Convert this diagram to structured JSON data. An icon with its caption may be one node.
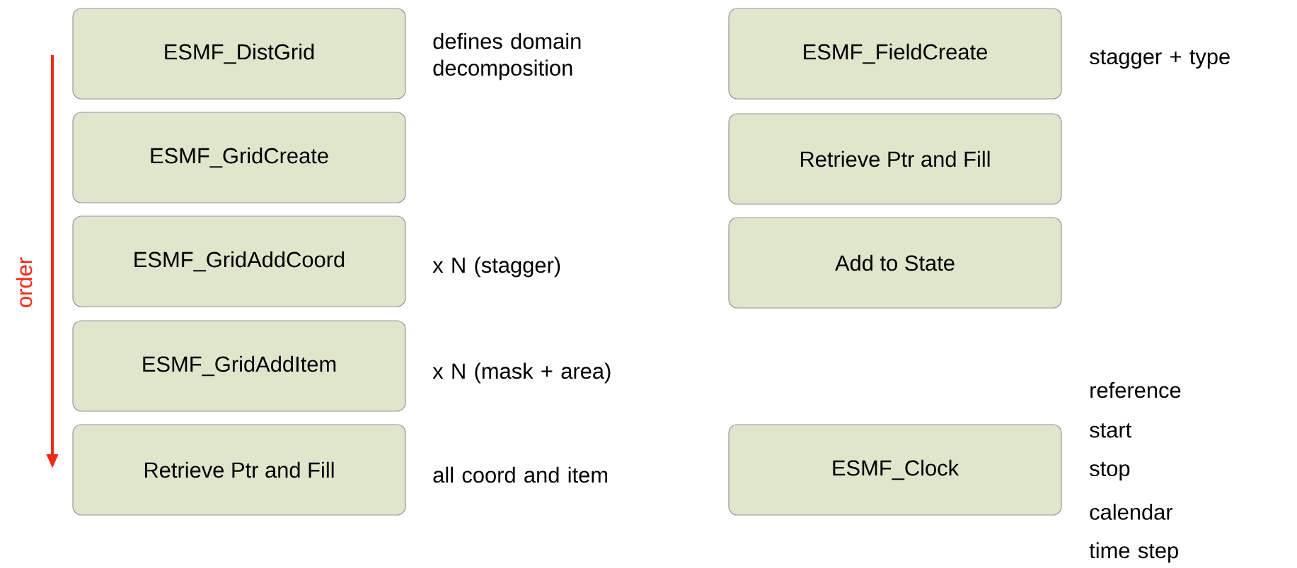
{
  "diagram": {
    "nodes": [
      {
        "text": [
          "ESMF_DistGrid"
        ],
        "beside": [
          "defines domain decomposition"
        ]
      },
      {
        "text": [
          "ESMF_GridCreate"
        ]
      },
      {
        "text": [
          "ESMF_GridAddCoord"
        ],
        "beside": [
          "x N (stagger)"
        ]
      },
      {
        "text": [
          "ESMF_GridAddItem"
        ],
        "beside": [
          "x N (mask + area)"
        ]
      },
      {
        "text": [
          "Retrieve Ptr and Fill"
        ],
        "beside": [
          "all coord and item"
        ]
      },
      {
        "text": [
          "ESMF_FieldCreate"
        ],
        "beside": [
          "stagger + type"
        ]
      },
      {
        "text": [
          "Retrieve Ptr and Fill"
        ]
      },
      {
        "text": [
          "Add to State"
        ]
      },
      {
        "text": [
          "ESMF_Clock"
        ],
        "beside": [
          "reference",
          "start",
          "stop",
          "calendar",
          "time step"
        ]
      }
    ],
    "labels": [
      "order"
    ]
  }
}
